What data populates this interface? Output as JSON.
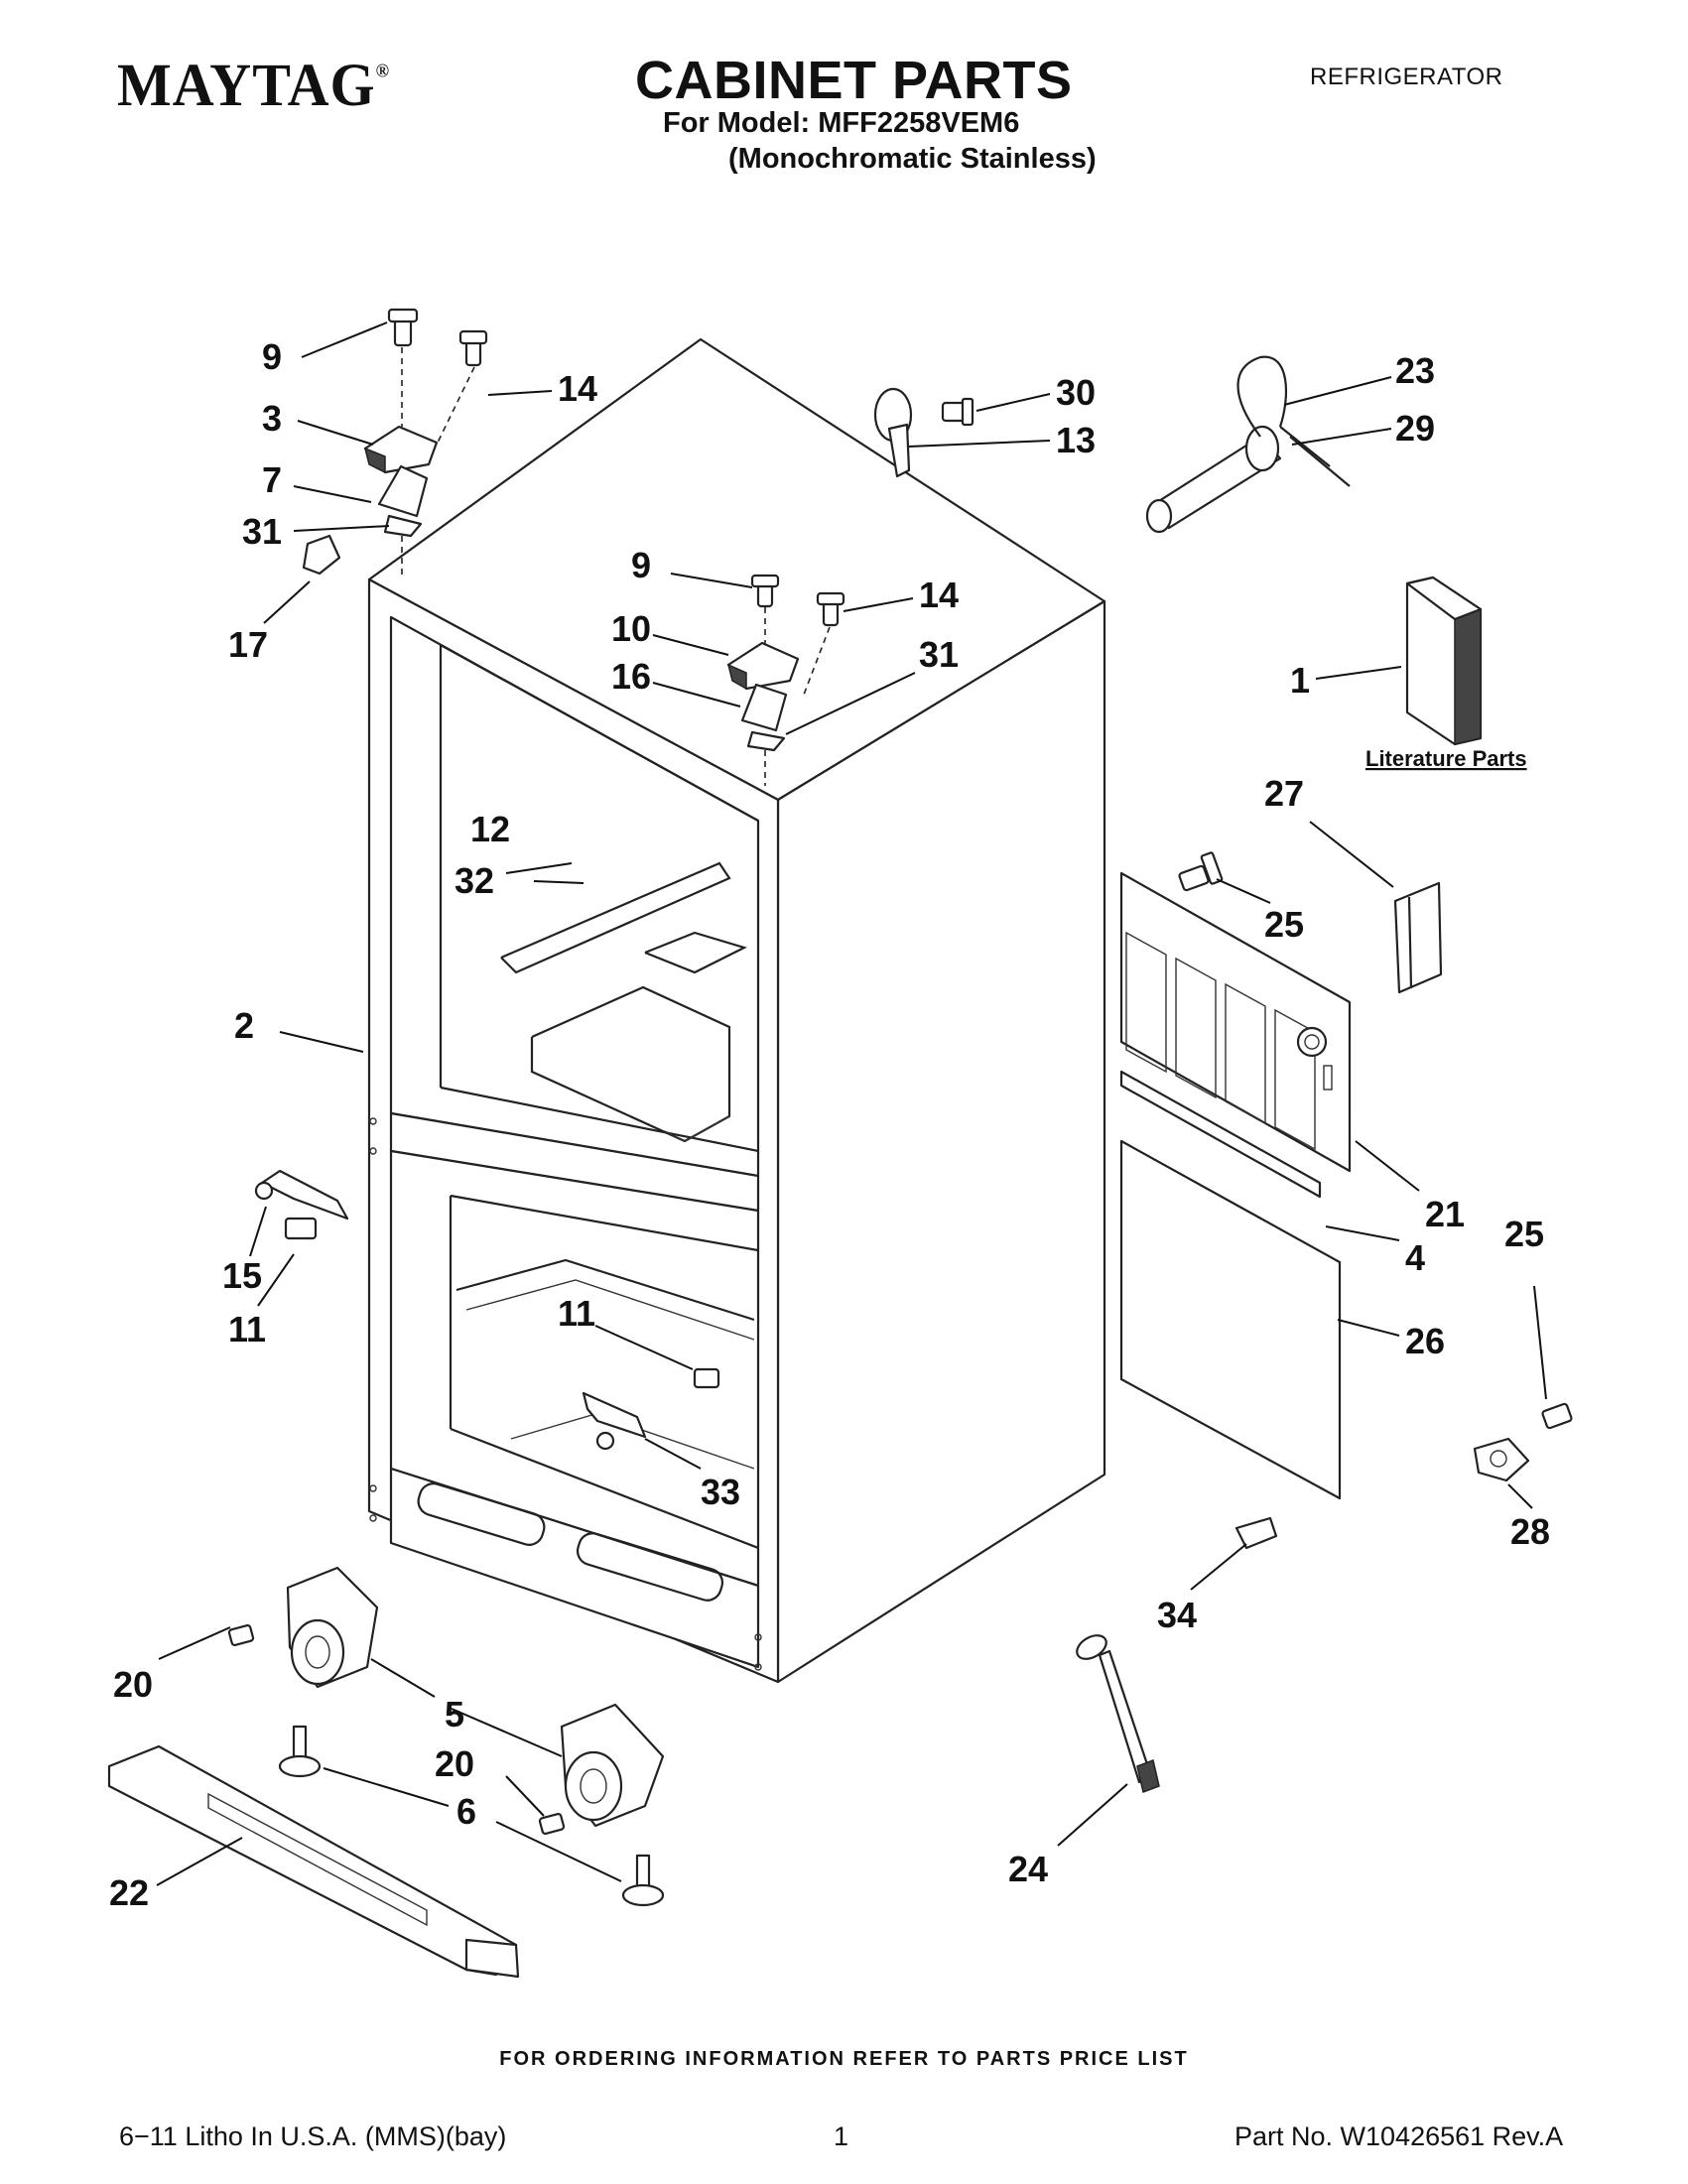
{
  "header": {
    "brand": "MAYTAG",
    "brand_mark": "®",
    "title": "CABINET PARTS",
    "model_line": "For Model: MFF2258VEM6",
    "variant_line": "(Monochromatic Stainless)",
    "category": "REFRIGERATOR"
  },
  "diagram": {
    "literature_label": "Literature Parts",
    "callouts": {
      "c9a": "9",
      "c14a": "14",
      "c3": "3",
      "c7": "7",
      "c31a": "31",
      "c17": "17",
      "c30": "30",
      "c13": "13",
      "c23": "23",
      "c29": "29",
      "c9b": "9",
      "c14b": "14",
      "c10": "10",
      "c16": "16",
      "c31b": "31",
      "c1": "1",
      "c27": "27",
      "c12": "12",
      "c32": "32",
      "c25a": "25",
      "c2": "2",
      "c21": "21",
      "c4": "4",
      "c25b": "25",
      "c15": "15",
      "c11a": "11",
      "c11b": "11",
      "c26": "26",
      "c28": "28",
      "c33": "33",
      "c34": "34",
      "c20a": "20",
      "c5": "5",
      "c20b": "20",
      "c6": "6",
      "c22": "22",
      "c24": "24"
    }
  },
  "footer": {
    "ordering_note": "FOR ORDERING INFORMATION REFER TO PARTS PRICE LIST",
    "litho": "6−11 Litho In U.S.A. (MMS)(bay)",
    "page": "1",
    "part_no": "Part No. W10426561 Rev.A"
  }
}
